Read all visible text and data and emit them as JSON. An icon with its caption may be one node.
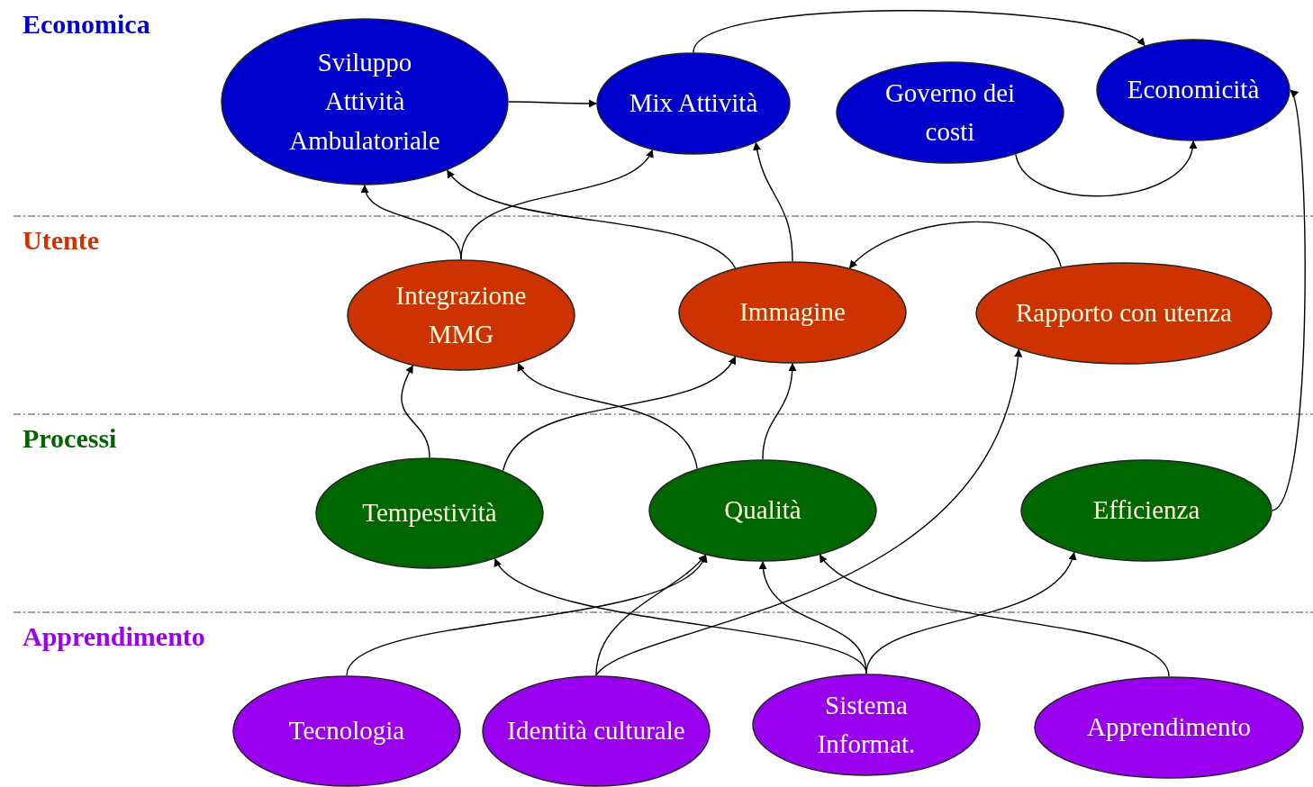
{
  "diagram": {
    "nodes": [
      {
        "text": [
          "Sviluppo Attività Ambulatoriale"
        ]
      },
      {
        "text": [
          "Mix Attività"
        ]
      },
      {
        "text": [
          "Governo dei costi"
        ]
      },
      {
        "text": [
          "Economicità"
        ]
      },
      {
        "text": [
          "Integrazione MMG"
        ]
      },
      {
        "text": [
          "Immagine"
        ]
      },
      {
        "text": [
          "Rapporto con utenza"
        ]
      },
      {
        "text": [
          "Tempestività"
        ]
      },
      {
        "text": [
          "Qualità"
        ]
      },
      {
        "text": [
          "Efficienza"
        ]
      },
      {
        "text": [
          "Tecnologia"
        ]
      },
      {
        "text": [
          "Identità culturale"
        ]
      },
      {
        "text": [
          "Sistema Informat."
        ]
      },
      {
        "text": [
          "Apprendimento"
        ]
      }
    ],
    "edges": [
      {
        "from": 0,
        "to": 1,
        "arrow": "to"
      },
      {
        "from": 1,
        "to": 3,
        "arrow": "to"
      },
      {
        "from": 2,
        "to": 3,
        "arrow": "to"
      },
      {
        "from": 9,
        "to": 3,
        "arrow": "to"
      },
      {
        "from": 4,
        "to": 0,
        "arrow": "to"
      },
      {
        "from": 4,
        "to": 1,
        "arrow": "to"
      },
      {
        "from": 5,
        "to": 0,
        "arrow": "to"
      },
      {
        "from": 5,
        "to": 1,
        "arrow": "to"
      },
      {
        "from": 6,
        "to": 5,
        "arrow": "to"
      },
      {
        "from": 7,
        "to": 4,
        "arrow": "to"
      },
      {
        "from": 7,
        "to": 5,
        "arrow": "to"
      },
      {
        "from": 8,
        "to": 4,
        "arrow": "to"
      },
      {
        "from": 8,
        "to": 5,
        "arrow": "to"
      },
      {
        "from": 10,
        "to": 8,
        "arrow": "to"
      },
      {
        "from": 11,
        "to": 6,
        "arrow": "to"
      },
      {
        "from": 11,
        "to": 8,
        "arrow": "to"
      },
      {
        "from": 12,
        "to": 7,
        "arrow": "to"
      },
      {
        "from": 12,
        "to": 8,
        "arrow": "to"
      },
      {
        "from": 12,
        "to": 9,
        "arrow": "to"
      },
      {
        "from": 13,
        "to": 8,
        "arrow": "to"
      }
    ],
    "labels": [
      "Economica",
      "Utente",
      "Processi",
      "Apprendimento"
    ]
  }
}
